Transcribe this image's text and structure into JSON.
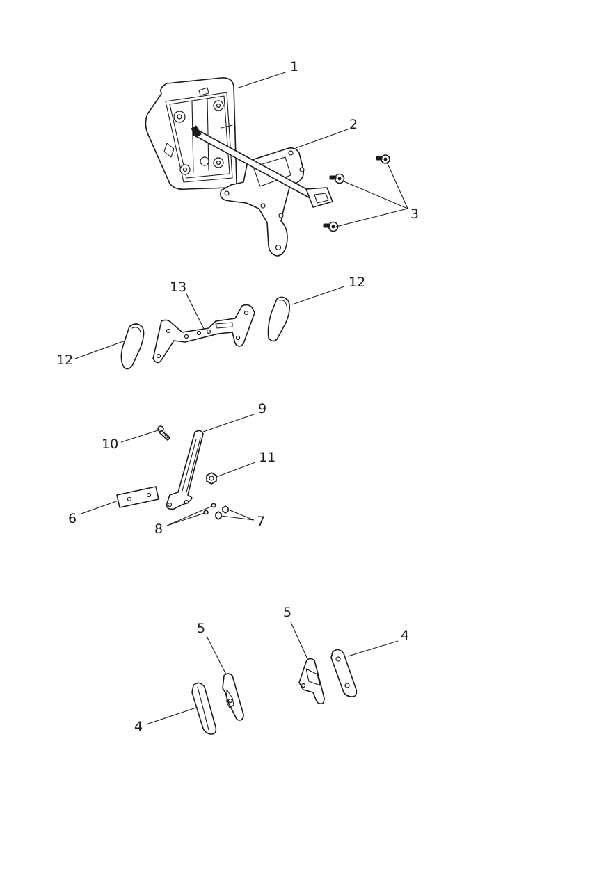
{
  "callouts": {
    "c1": "1",
    "c2": "2",
    "c3": "3",
    "c4a": "4",
    "c4b": "4",
    "c5a": "5",
    "c5b": "5",
    "c6": "6",
    "c7": "7",
    "c8": "8",
    "c9": "9",
    "c10": "10",
    "c11": "11",
    "c12a": "12",
    "c12b": "12",
    "c13": "13"
  },
  "parts": [
    "instrument-housing-icon",
    "instrument-bracket-with-harness-icon",
    "screw-icon",
    "rubber-pad-icon",
    "clip-icon",
    "plate-icon",
    "nut-icon",
    "washer-icon",
    "support-arm-icon",
    "bolt-icon",
    "locknut-icon",
    "side-pad-icon",
    "cross-bracket-icon"
  ]
}
